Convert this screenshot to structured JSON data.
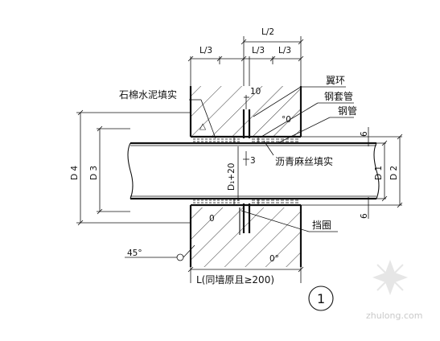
{
  "labels": {
    "wing_ring": "翼环",
    "steel_sleeve": "钢套管",
    "steel_pipe": "钢管",
    "asbestos_cement": "石棉水泥填实",
    "asphalt_hemp": "沥青麻丝填实",
    "retaining_ring": "挡圈",
    "wall_length": "L(同墙原且≥200)",
    "detail_number": "1",
    "angle": "45°"
  },
  "dimensions": {
    "L_half": "L/2",
    "L_third_a": "L/3",
    "L_third_b": "L/3",
    "L_third_c": "L/3",
    "ten": "10",
    "three": "3",
    "six_top": "6",
    "six_bottom": "6",
    "D1_plus_20": "D₁+20",
    "D1": "D 1",
    "D2": "D 2",
    "D3": "D 3",
    "D4": "D 4"
  },
  "watermark": {
    "text": "zhulong.com"
  }
}
